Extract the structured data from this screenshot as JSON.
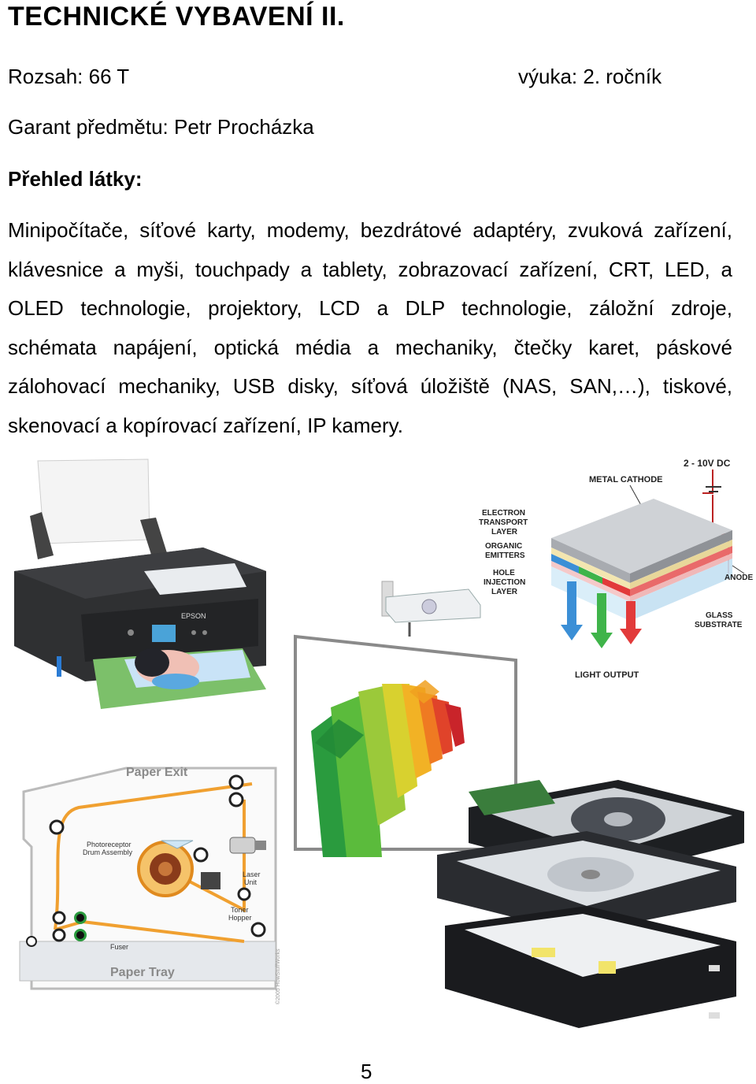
{
  "document": {
    "title": "TECHNICKÉ VYBAVENÍ II.",
    "scope": "Rozsah: 66 T",
    "year": "výuka: 2. ročník",
    "guarantor": "Garant předmětu: Petr Procházka",
    "overview_heading": "Přehled látky:",
    "topics": "Minipočítače, síťové karty, modemy, bezdrátové adaptéry, zvuková zařízení, klávesnice a myši, touchpady a tablety, zobrazovací zařízení, CRT, LED, a OLED technologie, projektory, LCD a DLP technologie, záložní zdroje, schémata napájení, optická média a mechaniky, čtečky karet, páskové zálohovací mechaniky, USB disky, síťová úložiště (NAS, SAN,…), tiskové, skenovací a kopírovací zařízení, IP kamery.",
    "page_number": "5"
  },
  "figures": {
    "printer_brand": "EPSON",
    "oled": {
      "voltage": "2 - 10V DC",
      "cathode": "METAL CATHODE",
      "etl_1": "ELECTRON",
      "etl_2": "TRANSPORT",
      "etl_3": "LAYER",
      "emit_1": "ORGANIC",
      "emit_2": "EMITTERS",
      "hil_1": "HOLE",
      "hil_2": "INJECTION",
      "hil_3": "LAYER",
      "anode": "ANODE",
      "glass_1": "GLASS",
      "glass_2": "SUBSTRATE",
      "light": "LIGHT OUTPUT"
    },
    "laser": {
      "exit": "Paper Exit",
      "drum_1": "Photoreceptor",
      "drum_2": "Drum Assembly",
      "laser_1": "Laser",
      "laser_2": "Unit",
      "toner_1": "Toner",
      "toner_2": "Hopper",
      "fuser": "Fuser",
      "tray": "Paper Tray",
      "copyright": "©2005 HowStuffWorks"
    }
  }
}
